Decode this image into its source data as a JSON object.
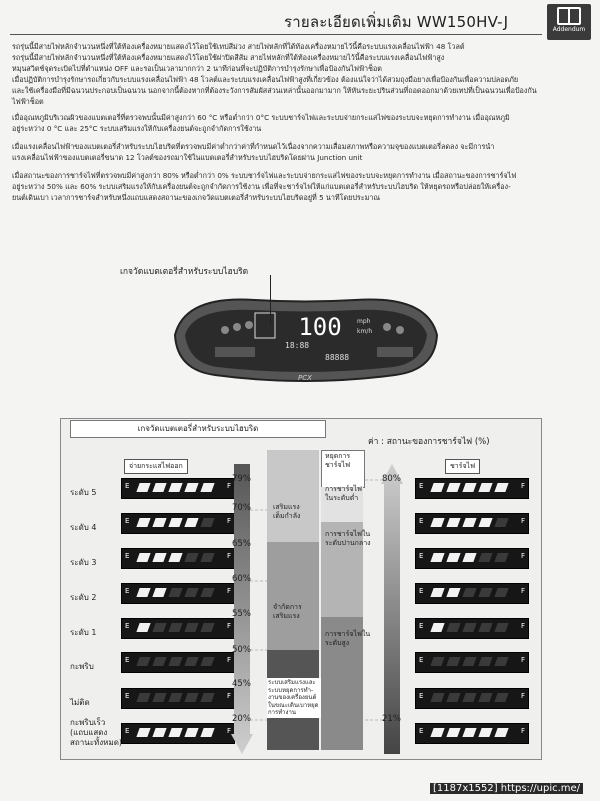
{
  "header": {
    "title": "รายละเอียดเพิ่มเติม WW150HV-J",
    "badge_label": "Addendum"
  },
  "paragraphs": [
    "รถรุ่นนี้มีสายไฟหลักจำนวนหนึ่งที่ใต้ท้องเครื่องหมายแสดงไว้โดยใช้เทปสีม่วง สายไฟหลักที่ใต้ท้องเครื่องหมายไว้นี้คือระบบแรงเคลื่อนไฟฟ้า 48 โวลต์",
    "รถรุ่นนี้มีสายไฟหลักจำนวนหนึ่งที่ใต้ท้องเครื่องหมายแสดงไว้โดยใช้ฝาปิดสีส้ม สายไฟหลักที่ใต้ท้องเครื่องหมายไว้นี้คือระบบแรงเคลื่อนไฟฟ้าสูง",
    "หมุนสวิตช์จุดระเบิดไปที่ตำแหน่ง OFF และรอเป็นเวลามากกว่า 2 นาทีก่อนที่จะปฏิบัติการบำรุงรักษาเพื่อป้องกันไฟฟ้าช็อต",
    "เมื่อปฏิบัติการบำรุงรักษารถเกี่ยวกับระบบแรงเคลื่อนไฟฟ้า 48 โวลต์และระบบแรงเคลื่อนไฟฟ้าสูงที่เกี่ยวข้อง ต้องแน่ใจว่าได้สวมถุงมือยางเพื่อป้องกันเพื่อความปลอดภัย",
    "และใช้เครื่องมือที่มีฉนวนประกอบเป็นฉนวน นอกจากนี้ต้องหากที่ต้องระวังการสัมผัสส่วนเหล่านั้นออกมามาก ให้หันระยะปรินส่วนที่ถอดออกมาด้วยเทปที่เป็นฉนวนเพื่อป้องกัน",
    "ไฟฟ้าช็อต",
    "เมื่ออุณหภูมิบริเวณผิวของแบตเตอรี่ที่ตรวจพบนั้นมีค่าสูงกว่า 60 °C หรือต่ำกว่า 0°C ระบบชาร์จไฟและระบบจ่ายกระแสไฟของระบบจะหยุดการทำงาน เมื่ออุณหภูมิ",
    "อยู่ระหว่าง 0 °C และ 25°C ระบบเสริมแรงให้กับเครื่องยนต์จะถูกจำกัดการใช้งาน",
    "เมื่อแรงเคลื่อนไฟฟ้าของแบตเตอรี่สำหรับระบบไฮบริดที่ตรวจพบมีค่าต่ำกว่าค่าที่กำหนดไว้เนื่องจากความเสื่อมสภาพหรือความจุของแบตเตอรี่ลดลง จะมีการนำ",
    "แรงเคลื่อนไฟฟ้าของแบตเตอรี่ขนาด 12 โวลต์ของรถมาใช้ในแบตเตอรี่สำหรับระบบไฮบริดโดยผ่าน Junction unit",
    "เมื่อสถานะของการชาร์จไฟที่ตรวจพบมีค่าสูงกว่า 80% หรือต่ำกว่า 0% ระบบชาร์จไฟและระบบจ่ายกระแสไฟของระบบจะหยุดการทำงาน เมื่อสถานะของการชาร์จไฟ",
    "อยู่ระหว่าง 50% และ 60% ระบบเสริมแรงให้กับเครื่องยนต์จะถูกจำกัดการใช้งาน เพื่อที่จะชาร์จไฟให้แก่แบตเตอรี่สำหรับระบบไฮบริด ให้หยุดรถหรือปล่อยให้เครื่อง-",
    "ยนต์เดินเบา เวลาการชาร์จสำหรับหนึ่งแถบแสดงสถานะของเกจวัดแบตเตอรี่สำหรับระบบไฮบริดอยู่ที่ 5 นาทีโดยประมาณ"
  ],
  "dashboard": {
    "callout_label": "เกจวัดแบตเตอรี่สำหรับระบบไฮบริด",
    "speed": "100",
    "speed_unit_top": "mph",
    "speed_unit_bottom": "km/h",
    "clock": "18:88",
    "odo": "88888",
    "model_badge": "PCX"
  },
  "diagram": {
    "title": "เกจวัดแบตเตอรี่สำหรับระบบไฮบริด",
    "axis_label": "ค่า : สถานะของการชาร์จไฟ (%)",
    "left_badge": "จ่ายกระแสไฟออก",
    "right_badge": "ชาร์จไฟ",
    "gauge_e": "E",
    "gauge_f": "F",
    "levels": [
      {
        "label": "ระดับ 5",
        "segments": 5
      },
      {
        "label": "ระดับ 4",
        "segments": 4
      },
      {
        "label": "ระดับ 3",
        "segments": 3
      },
      {
        "label": "ระดับ 2",
        "segments": 2
      },
      {
        "label": "ระดับ 1",
        "segments": 1
      },
      {
        "label": "กะพริบ",
        "segments": 0
      },
      {
        "label": "ไม่ติด",
        "segments": 0
      },
      {
        "label": "กะพริบเร็ว\n(แถบแสดง\nสถานะทั้งหมด)",
        "segments": 5
      }
    ],
    "left_percent_marks": [
      "79%",
      "70%",
      "65%",
      "60%",
      "55%",
      "50%",
      "45%",
      "20%"
    ],
    "right_percent_marks": [
      "80%",
      "21%"
    ],
    "column_a": [
      {
        "text": "เสริมแรง\nเต็มกำลัง"
      },
      {
        "text": "จำกัดการ\nเสริมแรง"
      },
      {
        "text": "ระบบเสริมแรงและ\nระบบหยุดการทำ-\nงานของเครื่องยนต์\nในขณะเดินเบาหยุด\nการทำงาน"
      }
    ],
    "column_b": [
      {
        "text": "หยุดการ\nชาร์จไฟ"
      },
      {
        "text": "การชาร์จไฟ\nในระดับต่ำ"
      },
      {
        "text": "การชาร์จไฟใน\nระดับปานกลาง"
      },
      {
        "text": "การชาร์จไฟใน\nระดับสูง"
      }
    ]
  },
  "watermark": "[1187x1552] https://upic.me/"
}
